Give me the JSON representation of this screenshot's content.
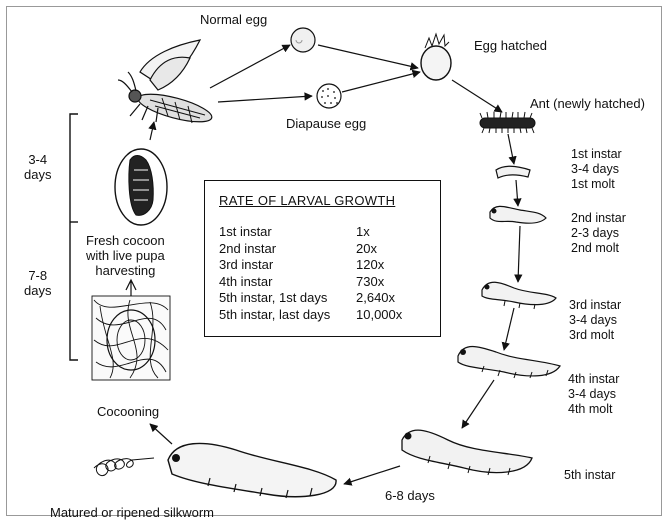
{
  "labels": {
    "normal_egg": "Normal egg",
    "diapause_egg": "Diapause egg",
    "egg_hatched": "Egg hatched",
    "ant": "Ant (newly hatched)",
    "cocoon": [
      "Fresh cocoon",
      "with live pupa",
      "harvesting"
    ],
    "cocooning": "Cocooning",
    "matured": "Matured or ripened silkworm",
    "six_eight_days": "6-8 days",
    "days_3_4": [
      "3-4",
      "days"
    ],
    "days_7_8": [
      "7-8",
      "days"
    ]
  },
  "instars": [
    {
      "lines": [
        "1st instar",
        "3-4 days",
        "1st molt"
      ]
    },
    {
      "lines": [
        "2nd instar",
        "2-3 days",
        "2nd molt"
      ]
    },
    {
      "lines": [
        "3rd instar",
        "3-4 days",
        "3rd molt"
      ]
    },
    {
      "lines": [
        "4th instar",
        "3-4 days",
        "4th molt"
      ]
    },
    {
      "lines": [
        "5th instar"
      ]
    }
  ],
  "rate_table": {
    "title": "RATE OF LARVAL GROWTH",
    "rows": [
      {
        "stage": "1st instar",
        "rate": "1x"
      },
      {
        "stage": "2nd instar",
        "rate": "20x"
      },
      {
        "stage": "3rd instar",
        "rate": "120x"
      },
      {
        "stage": "4th instar",
        "rate": "730x"
      },
      {
        "stage": "5th  instar,  1st days",
        "rate": "2,640x"
      },
      {
        "stage": "5th  instar,  last days",
        "rate": "10,000x"
      }
    ]
  },
  "colors": {
    "ink": "#111111",
    "frame": "#999999"
  }
}
